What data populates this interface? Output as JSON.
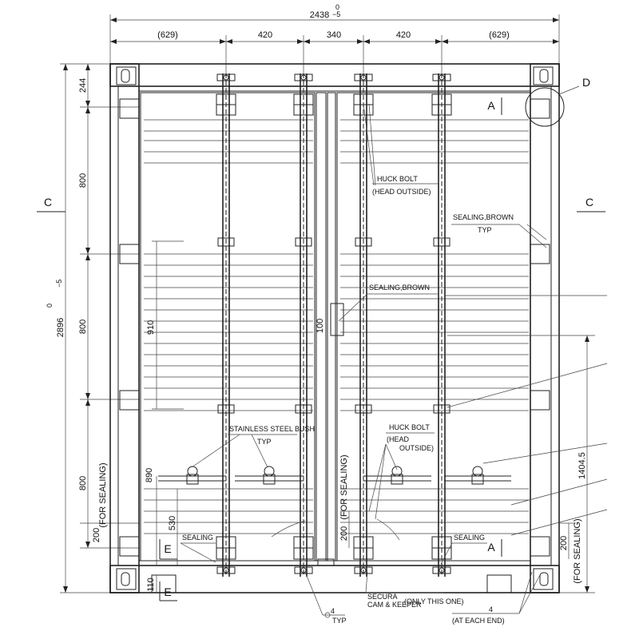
{
  "dimensions": {
    "overall_width": "2438",
    "overall_width_tol_top": "0",
    "overall_width_tol_bottom": "−5",
    "overall_height": "2896",
    "overall_height_tol_top": "0",
    "overall_height_tol_bottom": "−5",
    "top_spacing": [
      "(629)",
      "420",
      "340",
      "420",
      "(629)"
    ],
    "left_spacing": [
      "244",
      "800",
      "800",
      "800",
      "200"
    ],
    "bar_spacing": "910",
    "cam_height": "890",
    "cam_low": "530",
    "bottom_offset": "110",
    "seal_gap": "100",
    "right_span": "1404.5",
    "right_seal": "200",
    "center_seal": "200"
  },
  "labels": {
    "section_c_left": "C",
    "section_c_right": "C",
    "section_a_top": "A",
    "section_a_bottom": "A",
    "detail_d": "D",
    "detail_e_upper": "E",
    "detail_e_lower": "E",
    "huck_bolt_top_1": "HUCK BOLT",
    "huck_bolt_top_2": "(HEAD OUTSIDE)",
    "sealing_brown_typ_1": "SEALING,BROWN",
    "sealing_brown_typ_2": "TYP",
    "sealing_brown_center": "SEALING,BROWN",
    "stainless_bush_1": "STAINLESS STEEL BUSH",
    "stainless_bush_2": "TYP",
    "huck_bolt_low_1": "HUCK BOLT",
    "huck_bolt_low_2": "(HEAD",
    "huck_bolt_low_3": "OUTSIDE)",
    "for_sealing_left": "(FOR SEALING)",
    "for_sealing_mid": "(FOR SEALING)",
    "for_sealing_right": "(FOR SEALING)",
    "sealing_left": "SEALING",
    "sealing_right": "SEALING",
    "secura_1": "SECURA",
    "secura_2": "CAM & KEEPER",
    "secura_3": "(ONLY THIS ONE)",
    "weld_typ_num": "4",
    "weld_typ": "TYP",
    "weld_each_num": "4",
    "weld_each": "(AT EACH END)"
  }
}
